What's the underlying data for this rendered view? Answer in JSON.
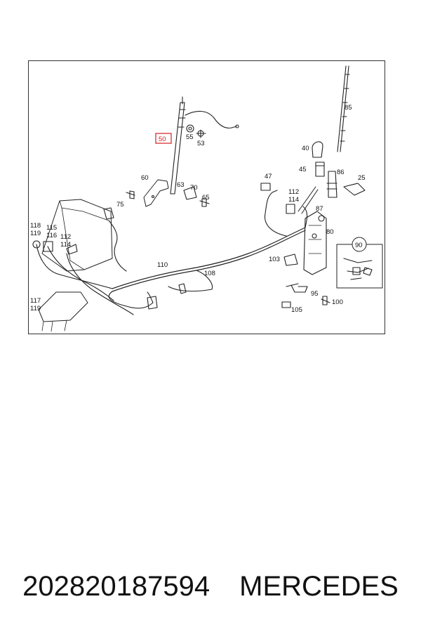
{
  "diagram": {
    "highlighted_part": "50",
    "callouts": {
      "c85": "85",
      "c40": "40",
      "c45": "45",
      "c86": "86",
      "c25": "25",
      "c87": "87",
      "c80": "80",
      "c90": "90",
      "c103": "103",
      "c95": "95",
      "c105": "105",
      "c100": "100",
      "c47": "47",
      "c112a": "112",
      "c114a": "114",
      "c55": "55",
      "c53": "53",
      "c60": "60",
      "c63": "63",
      "c70": "70",
      "c65": "65",
      "c75": "75",
      "c110": "110",
      "c108": "108",
      "c118": "118",
      "c119a": "119",
      "c115": "115",
      "c116": "116",
      "c112b": "112",
      "c114b": "114",
      "c117": "117",
      "c119b": "119"
    }
  },
  "caption": {
    "part_number": "202820187594",
    "brand": "MERCEDES"
  }
}
